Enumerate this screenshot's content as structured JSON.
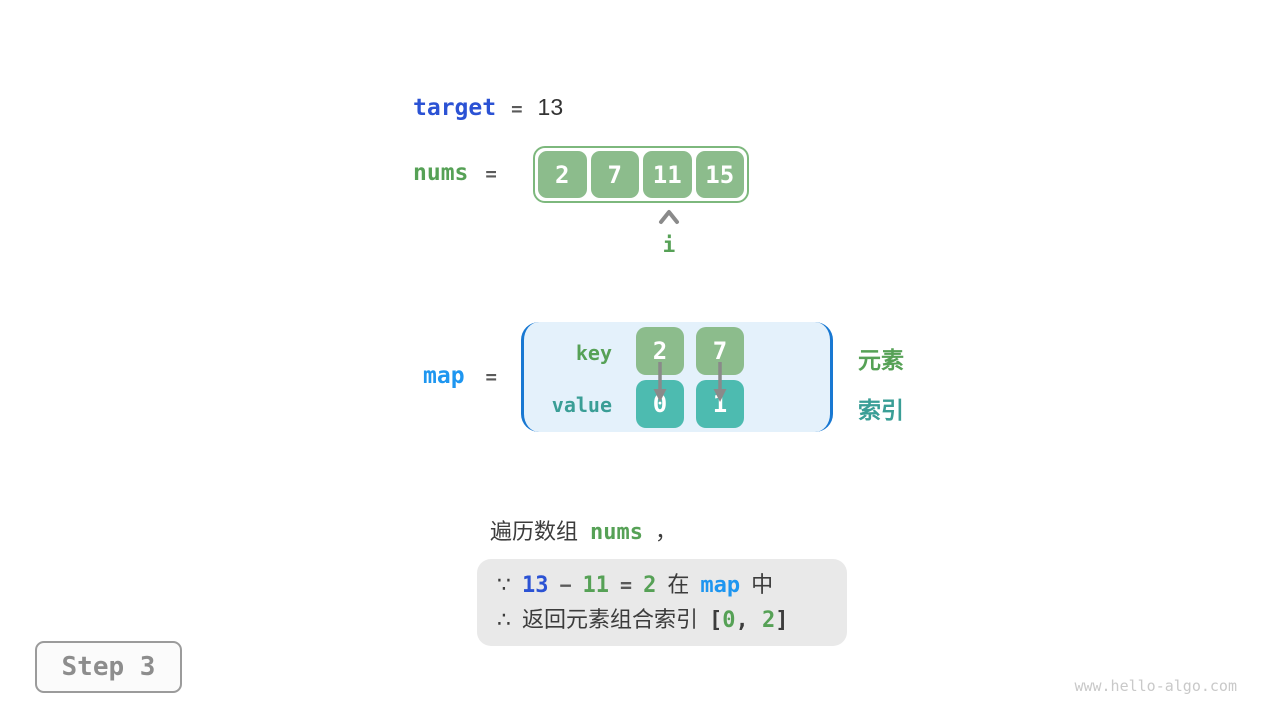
{
  "colors": {
    "code_blue": "#2b52d4",
    "sky_blue": "#1e96f0",
    "map_border_blue": "#1878d2",
    "map_bg": "#e4f1fb",
    "green_text": "#56a156",
    "green_cell": "#8cbc8c",
    "green_border": "#7db87d",
    "teal_cell": "#4dbbb0",
    "teal_text": "#3a9e96",
    "arrow_gray": "#8a8a8a",
    "dark_text": "#3c3c3c",
    "conclusion_bg": "#e9e9e9",
    "step_gray": "#8d8d8d",
    "watermark_gray": "#c9c9c9"
  },
  "target_line": {
    "label": "target",
    "equals": "=",
    "value": "13"
  },
  "nums_line": {
    "label": "nums",
    "equals": "="
  },
  "array": {
    "cells": [
      "2",
      "7",
      "11",
      "15"
    ]
  },
  "pointer": {
    "label": "i"
  },
  "map_line": {
    "label": "map",
    "equals": "="
  },
  "map": {
    "key_label": "key",
    "value_label": "value",
    "keys": [
      "2",
      "7"
    ],
    "values": [
      "0",
      "1"
    ]
  },
  "side_labels": {
    "element": "元素",
    "index": "索引"
  },
  "caption": {
    "prefix": "遍历数组",
    "code": "nums",
    "comma": "，"
  },
  "conclusion": {
    "because": "∵",
    "target_val": "13",
    "minus": "−",
    "current_val": "11",
    "equals": "=",
    "diff_val": "2",
    "in_word": "在",
    "map_word": "map",
    "zhong": "中",
    "therefore": "∴",
    "text": "返回元素组合索引",
    "bracket_open": "[",
    "index_a": "0",
    "comma": ", ",
    "index_b": "2",
    "bracket_close": "]"
  },
  "step_badge": {
    "label": "Step 3"
  },
  "watermark": "www.hello-algo.com"
}
